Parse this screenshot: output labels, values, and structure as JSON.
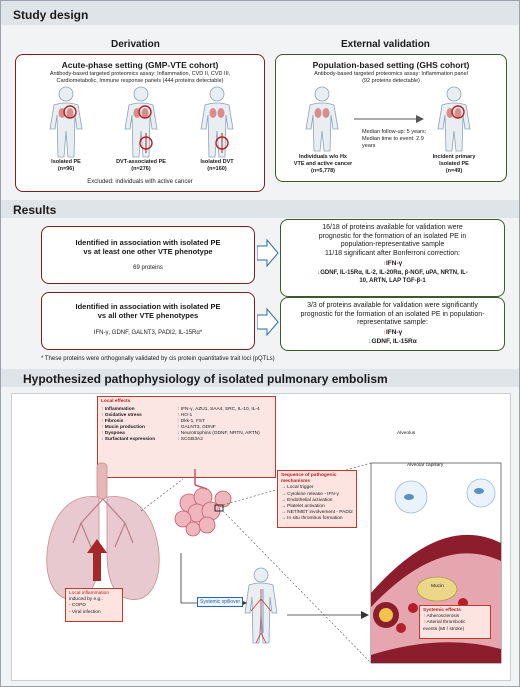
{
  "study_design": {
    "title": "Study design",
    "derivation_heading": "Derivation",
    "validation_heading": "External validation",
    "derivation_panel": {
      "title": "Acute-phase setting (GMP-VTE cohort)",
      "desc_lines": [
        "Antibody-based targeted proteomics assay: Inflammation, CVD II, CVD III,",
        "Cardiometabolic, Immune response panels (444 proteins detectable)"
      ],
      "groups": [
        {
          "label": "Isolated PE",
          "n": "(n=96)"
        },
        {
          "label": "DVT-associated PE",
          "n": "(n=276)"
        },
        {
          "label": "Isolated DVT",
          "n": "(n=160)"
        }
      ],
      "excluded": "Excluded: individuals with active cancer"
    },
    "validation_panel": {
      "title": "Population-based setting (GHS cohort)",
      "desc_lines": [
        "Antibody-based targeted proteomics assay: Inflammation panel",
        "(92 proteins detectable)"
      ],
      "followup_lines": [
        "Median follow-up: 5 years;",
        "Median time to event: 2.9",
        "years"
      ],
      "left_label_lines": [
        "Individuals w/o Hx",
        "VTE and active cancer",
        "(n=5,778)"
      ],
      "right_label_lines": [
        "Incident primary",
        "Isolated PE",
        "(n=49)"
      ]
    }
  },
  "results": {
    "title": "Results",
    "row1": {
      "left_title_lines": [
        "Identified in association with isolated PE",
        "vs at least one other VTE phenotype"
      ],
      "left_sub": "69 proteins",
      "right_lines": [
        "16/18 of proteins available for validation were",
        "prognostic for the formation of an isolated PE in",
        "population-representative sample",
        "11/18 significant after Bonferroni correction:"
      ],
      "up_text": "IFN-γ",
      "down_lines": [
        "GDNF, IL-15Rα, IL-2, IL-20Rα, β-NGF, uPA, NRTN, IL-",
        "10, ARTN, LAP TGF-β-1"
      ]
    },
    "row2": {
      "left_title_lines": [
        "Identified in association with isolated PE",
        "vs all other VTE phenotypes"
      ],
      "left_sub": "IFN-γ, GDNF, GALNT3, PADI2, IL-15Rα*",
      "right_lines": [
        "3/3 of proteins available for validation were significantly",
        "prognostic for the formation of an isolated PE in population-",
        "representative sample:"
      ],
      "up_text": "IFN-γ",
      "down_text": "GDNF, IL-15Rα"
    },
    "footnote": "* These proteins were orthogonally validated by cis protein quantitative trait loci (pQTLs)"
  },
  "hypothesis": {
    "title": "Hypothesized pathophysiology of isolated pulmonary embolism",
    "local_effects_title": "Local effects",
    "local_effects": [
      "Inflammation",
      "Oxidative stress",
      "Fibrosis",
      "Mucin production",
      "Dyspnea",
      "Surfactant expression"
    ],
    "local_effects_dirs": [
      "up",
      "up",
      "up",
      "up",
      "up",
      "down"
    ],
    "mediators": [
      "IFN-γ, AZU1, SAA4, SRC, IL-10, IL-4",
      "HO-1",
      "Dkk-1, FST",
      "GALNT3, GDNF",
      "Neurotrophins (GDNF, NRTN, ARTN)",
      "SCGB3A2"
    ],
    "sequence_title": "Sequence of pathogenic mechanisms",
    "sequence": [
      "Local trigger",
      "Cytokine release - IFN-γ",
      "Endothelial activation",
      "Platelet activation",
      "NET/MET involvement - PADI2",
      "In situ thrombus formation"
    ],
    "alveolus": "Alveolus",
    "capillary": "Alveolar capillary",
    "mucin": "Mucin",
    "local_inflammation_lines": [
      "Local inflammation",
      "induced by e.g.:",
      "- COPD",
      "- Viral infection"
    ],
    "systemic_spillover": "Systemic spillover",
    "systemic_effects_title": "Systemic effects",
    "systemic_effects": [
      "Atherosclerosis",
      "Arterial thrombotic",
      "events (MI / stroke)"
    ]
  },
  "colors": {
    "red": "#7d1d1d",
    "green": "#3c5a2a",
    "up": "#c0392b",
    "down": "#2563b7",
    "band": "#dfe4e9"
  }
}
